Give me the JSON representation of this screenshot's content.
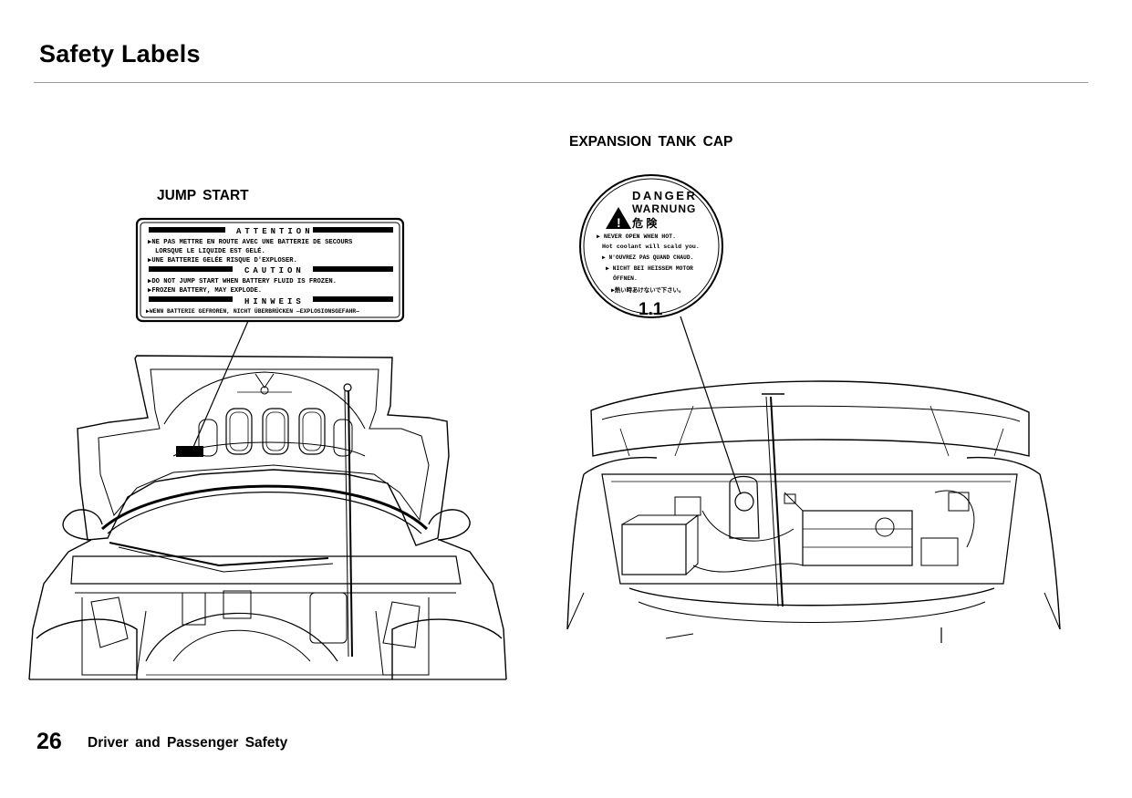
{
  "page": {
    "title": "Safety Labels",
    "page_number": "26",
    "section": "Driver and Passenger Safety"
  },
  "figures": {
    "expansion_tank_cap": {
      "caption": "EXPANSION TANK CAP",
      "label": {
        "heading1": "DANGER",
        "heading2": "WARNUNG",
        "heading3": "危  険",
        "lines": [
          "▶ NEVER OPEN WHEN HOT.",
          "Hot coolant will scald you.",
          "▶ N'OUVREZ PAS QUAND CHAUD.",
          "▶ NICHT BEI HEISSEM MOTOR",
          "ÖFFNEN.",
          "▶熱い時あけないで下さい。"
        ],
        "pressure": "1.1"
      }
    },
    "jump_start": {
      "caption": "JUMP START",
      "label": {
        "attention": "ATTENTION",
        "fr_lines": [
          "▶NE PAS METTRE EN ROUTE AVEC UNE BATTERIE DE SECOURS",
          "LORSQUE LE LIQUIDE EST GELÉ.",
          "▶UNE BATTERIE GELÉE RISQUE D'EXPLOSER."
        ],
        "caution": "CAUTION",
        "en_lines": [
          "▶DO NOT JUMP START WHEN BATTERY FLUID IS FROZEN.",
          "▶FROZEN BATTERY, MAY EXPLODE."
        ],
        "hinweis": "HINWEIS",
        "de_line": "▶WENN BATTERIE GEFROREN, NICHT ÜBERBRÜCKEN —EXPLOSIONSGEFAHR—"
      }
    }
  }
}
